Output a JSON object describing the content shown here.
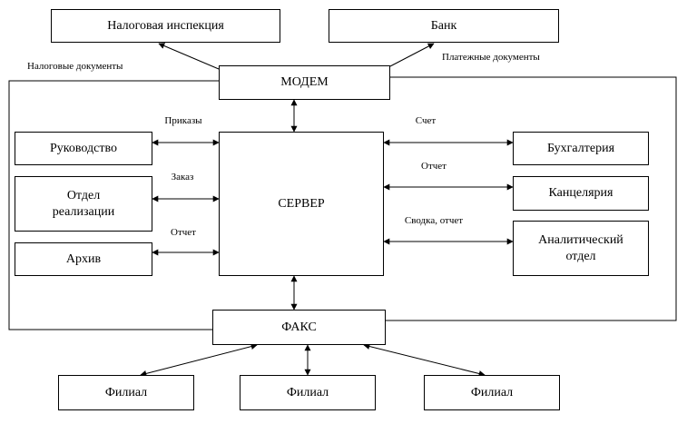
{
  "colors": {
    "line": "#000000",
    "background": "#ffffff"
  },
  "boxes": {
    "tax": "Налоговая инспекция",
    "bank": "Банк",
    "modem": "МОДЕМ",
    "server": "СЕРВЕР",
    "fax": "ФАКС",
    "management": "Руководство",
    "sales": [
      "Отдел",
      "реализации"
    ],
    "archive": "Архив",
    "accounting": "Бухгалтерия",
    "office": "Канцелярия",
    "analytics": [
      "Аналитический",
      "отдел"
    ],
    "branch1": "Филиал",
    "branch2": "Филиал",
    "branch3": "Филиал"
  },
  "labels": {
    "tax_docs": "Налоговые документы",
    "payment_docs": "Платежные документы",
    "orders": "Приказы",
    "order": "Заказ",
    "report_left": "Отчет",
    "invoice": "Счет",
    "report_right": "Отчет",
    "summary": "Сводка, отчет"
  }
}
